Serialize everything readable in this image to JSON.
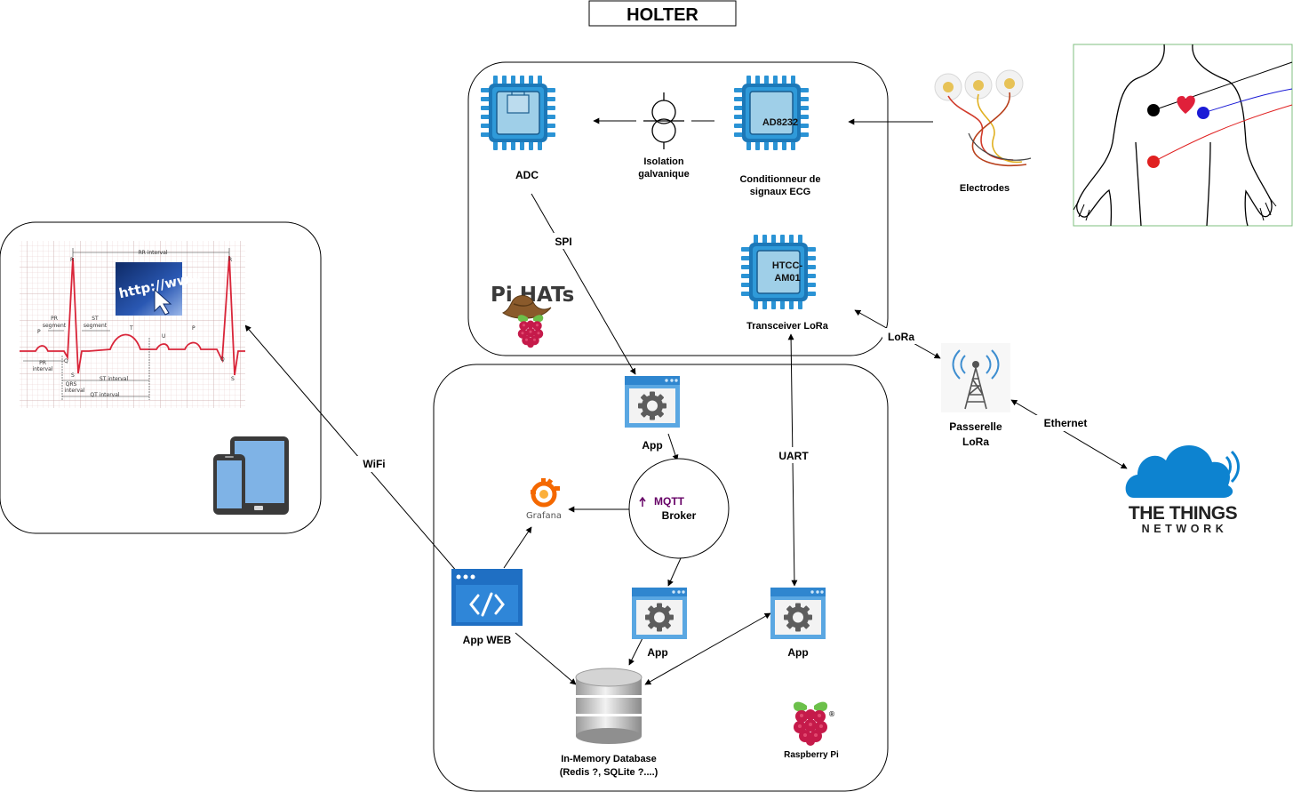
{
  "title": "HOLTER",
  "components": {
    "adc": "ADC",
    "isolation_line1": "Isolation",
    "isolation_line2": "galvanique",
    "ecg_chip": "AD8232",
    "ecg_line1": "Conditionneur de",
    "ecg_line2": "signaux ECG",
    "electrodes": "Electrodes",
    "lora_chip_line1": "HTCC-",
    "lora_chip_line2": "AM01",
    "lora_transceiver": "Transceiver LoRa",
    "pi_hats": "Pi HATs",
    "app_top": "App",
    "mqtt_logo": "MQTT",
    "mqtt_broker": "Broker",
    "grafana": "Grafana",
    "app_web": "App WEB",
    "app_mid": "App",
    "app_right": "App",
    "database_line1": "In-Memory Database",
    "database_line2": "(Redis ?, SQLite ?....)",
    "raspberry_pi": "Raspberry Pi",
    "gateway_line1": "Passerelle",
    "gateway_line2": "LoRa",
    "ttn_line1": "THE THINGS",
    "ttn_line2": "NETWORK"
  },
  "links": {
    "spi": "SPI",
    "uart": "UART",
    "lora": "LoRa",
    "ethernet": "Ethernet",
    "wifi": "WiFi"
  },
  "ecg_panel": {
    "rr_interval": "RR interval",
    "pr_segment_1": "PR",
    "pr_segment_2": "segment",
    "st_segment_1": "ST",
    "st_segment_2": "segment",
    "pr_interval_1": "PR",
    "pr_interval_2": "interval",
    "qrs_interval_1": "QRS",
    "qrs_interval_2": "interval",
    "st_interval": "ST interval",
    "qt_interval": "QT interval",
    "wave_p": "P",
    "wave_q": "Q",
    "wave_r": "R",
    "wave_s": "S",
    "wave_t": "T",
    "wave_u": "U",
    "wave_p2": "P",
    "wave_r2": "R",
    "wave_q2": "Q",
    "wave_s2": "S",
    "url_text": "http://www"
  },
  "colors": {
    "chip_blue": "#2a93d5",
    "chip_body": "#9fcfe8",
    "app_blue": "#1f6fc3",
    "mqtt_purple": "#660066",
    "grafana_orange": "#f46800",
    "ttn_blue": "#0d83d0",
    "ecg_red": "#d9263a",
    "raspberry_red": "#c51a4a"
  }
}
